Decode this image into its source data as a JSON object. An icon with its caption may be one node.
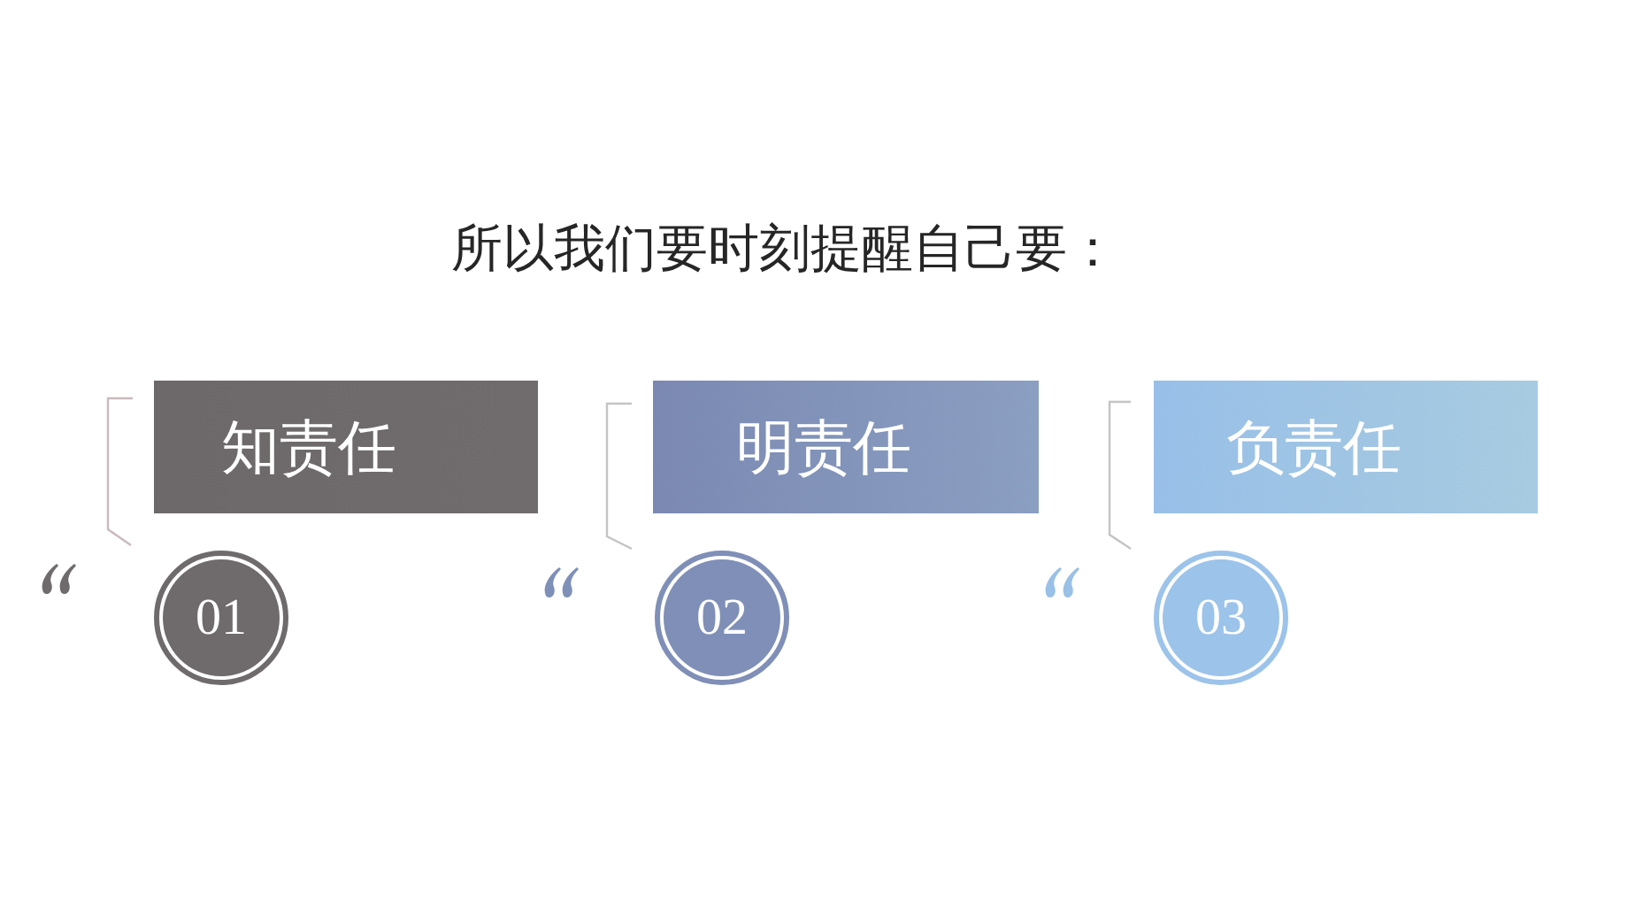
{
  "diagram": {
    "title": "所以我们要时刻提醒自己要：",
    "nodes": [
      {
        "text": [
          "知责任"
        ]
      },
      {
        "text": [
          "01"
        ]
      },
      {
        "text": [
          "明责任"
        ]
      },
      {
        "text": [
          "02"
        ]
      },
      {
        "text": [
          "负责任"
        ]
      },
      {
        "text": [
          "03"
        ]
      }
    ]
  }
}
